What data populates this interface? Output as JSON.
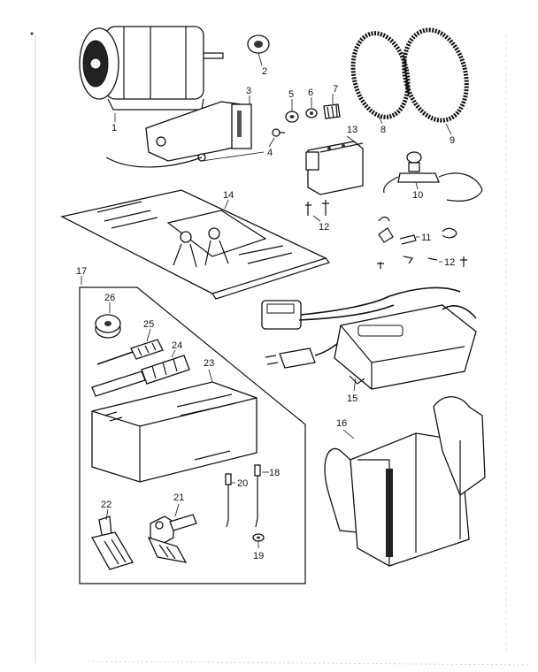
{
  "parts": [
    {
      "id": "motor",
      "number": "1"
    },
    {
      "id": "pulley",
      "number": "2"
    },
    {
      "id": "motor-bracket",
      "number": "3"
    },
    {
      "id": "bracket-screw",
      "number": "4"
    },
    {
      "id": "washer-a",
      "number": "5"
    },
    {
      "id": "washer-b",
      "number": "6"
    },
    {
      "id": "screw-a",
      "number": "7"
    },
    {
      "id": "belt-a",
      "number": "8"
    },
    {
      "id": "belt-b",
      "number": "9"
    },
    {
      "id": "light-socket",
      "number": "10"
    },
    {
      "id": "clip-set",
      "number": "11"
    },
    {
      "id": "small-screw",
      "number": "12"
    },
    {
      "id": "terminal-block",
      "number": "13"
    },
    {
      "id": "instruction-book",
      "number": "14"
    },
    {
      "id": "foot-control",
      "number": "15"
    },
    {
      "id": "cover",
      "number": "16"
    },
    {
      "id": "attachment-set",
      "number": "17"
    },
    {
      "id": "needle-a",
      "number": "18"
    },
    {
      "id": "bobbin-small",
      "number": "19"
    },
    {
      "id": "needle-b",
      "number": "20"
    },
    {
      "id": "presser-foot-a",
      "number": "21"
    },
    {
      "id": "presser-foot-b",
      "number": "22"
    },
    {
      "id": "attachment-box",
      "number": "23"
    },
    {
      "id": "screwdriver-a",
      "number": "24"
    },
    {
      "id": "screwdriver-b",
      "number": "25"
    },
    {
      "id": "bobbin",
      "number": "26"
    }
  ]
}
